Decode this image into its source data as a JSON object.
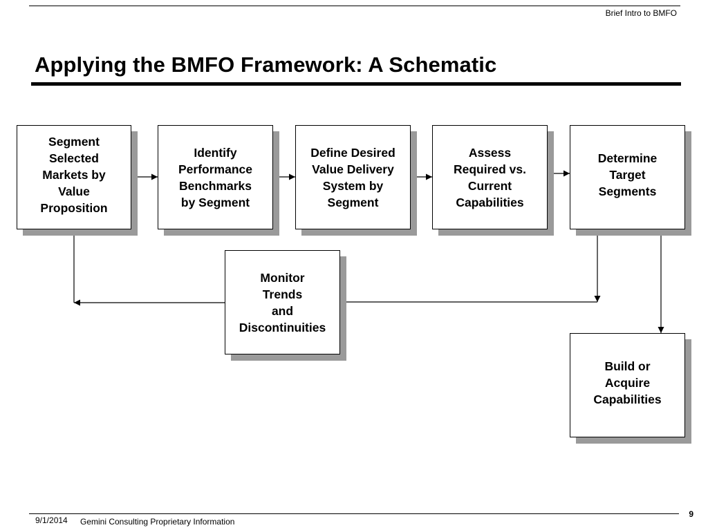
{
  "header": {
    "note": "Brief Intro to BMFO",
    "title": "Applying the BMFO Framework: A Schematic"
  },
  "boxes": [
    {
      "id": "segment",
      "label": "Segment\nSelected\nMarkets by\nValue\nProposition"
    },
    {
      "id": "identify",
      "label": "Identify\nPerformance\nBenchmarks\nby Segment"
    },
    {
      "id": "define",
      "label": "Define Desired\nValue Delivery\nSystem by\nSegment"
    },
    {
      "id": "assess",
      "label": "Assess\nRequired vs.\nCurrent\nCapabilities"
    },
    {
      "id": "determine",
      "label": "Determine\nTarget\nSegments"
    },
    {
      "id": "monitor",
      "label": "Monitor\nTrends\nand\nDiscontinuities"
    },
    {
      "id": "build",
      "label": "Build or\nAcquire\nCapabilities"
    }
  ],
  "footer": {
    "date": "9/1/2014",
    "text": "Gemini Consulting Proprietary Information",
    "page": "9"
  }
}
